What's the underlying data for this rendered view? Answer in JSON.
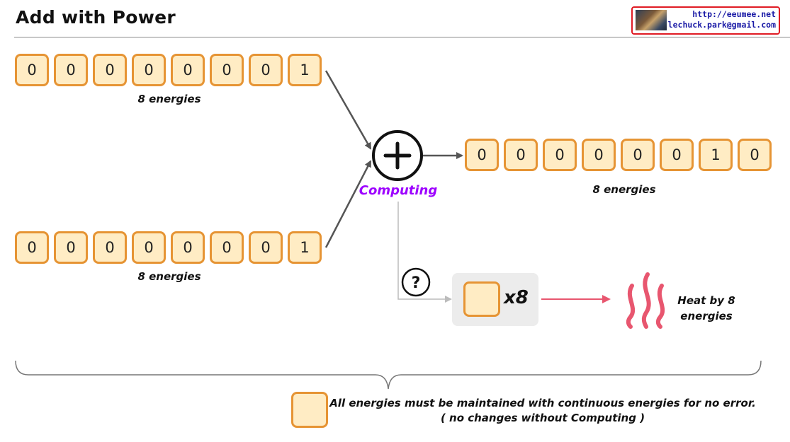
{
  "title": "Add with Power",
  "header": {
    "url": "http://eeumee.net",
    "email": "lechuck.park@gmail.com"
  },
  "input_a": {
    "bits": [
      "0",
      "0",
      "0",
      "0",
      "0",
      "0",
      "0",
      "1"
    ],
    "label": "8 energies"
  },
  "input_b": {
    "bits": [
      "0",
      "0",
      "0",
      "0",
      "0",
      "0",
      "0",
      "1"
    ],
    "label": "8 energies"
  },
  "operator": {
    "symbol": "+",
    "label": "Computing"
  },
  "output": {
    "bits": [
      "0",
      "0",
      "0",
      "0",
      "0",
      "0",
      "1",
      "0"
    ],
    "label": "8 energies"
  },
  "question_mark": "?",
  "waste": {
    "multiplier": "x8",
    "heat_label_line1": "Heat by 8",
    "heat_label_line2": "energies"
  },
  "legend": {
    "line1": "All energies must be maintained with continuous energies for no error.",
    "line2": "( no changes without Computing )"
  },
  "colors": {
    "cell_fill": "#ffecc4",
    "cell_border": "#e69434",
    "computing": "#9d00ff",
    "heat": "#e8566f",
    "header_border": "#e01b24"
  }
}
